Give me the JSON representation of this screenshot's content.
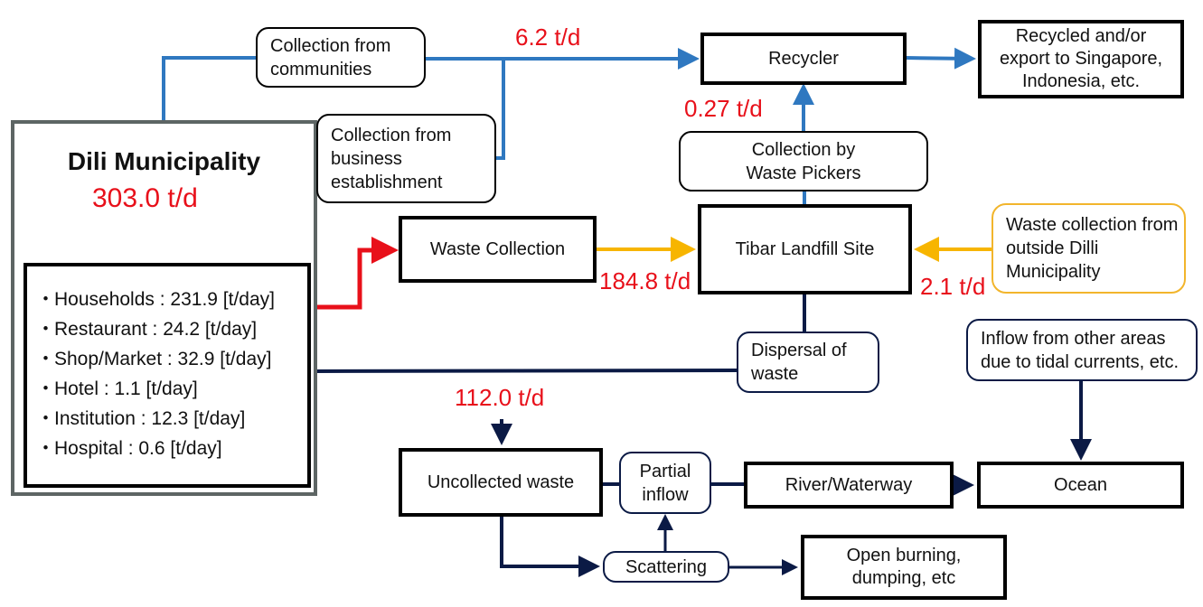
{
  "municipality": {
    "title": "Dili Municipality",
    "total": "303.0  t/d",
    "sources": [
      {
        "label": "Households : 231.9 [t/day]"
      },
      {
        "label": "Restaurant  :  24.2 [t/day]"
      },
      {
        "label": "Shop/Market  : 32.9  [t/day]"
      },
      {
        "label": "Hotel : 1.1 [t/day]"
      },
      {
        "label": "Institution  : 12.3  [t/day]"
      },
      {
        "label": "Hospital  :  0.6  [t/day]"
      }
    ]
  },
  "nodes": {
    "collection_communities": "Collection from communities",
    "collection_business": "Collection from business establishment",
    "recycler": "Recycler",
    "recycled_export": "Recycled and/or export to Singapore, Indonesia, etc.",
    "waste_pickers": "Collection by Waste Pickers",
    "waste_collection": "Waste  Collection",
    "tibar_landfill": "Tibar Landfill Site",
    "outside_collection": "Waste collection from outside Dilli Municipality",
    "dispersal": "Dispersal of waste",
    "inflow_other": "Inflow from other areas due to tidal currents, etc.",
    "uncollected": "Uncollected waste",
    "partial_inflow": "Partial inflow",
    "river": "River/Waterway",
    "ocean": "Ocean",
    "scattering": "Scattering",
    "open_burning": "Open burning, dumping, etc"
  },
  "flows": {
    "to_recycler": "6.2 t/d",
    "pickers_to_recycler": "0.27 t/d",
    "collected_to_landfill": "184.8 t/d",
    "outside_to_landfill": "2.1 t/d",
    "uncollected": "112.0 t/d"
  },
  "colors": {
    "blue": "#2f78c0",
    "red": "#e8101a",
    "yellow": "#f7b500",
    "navy": "#0b1a45"
  }
}
